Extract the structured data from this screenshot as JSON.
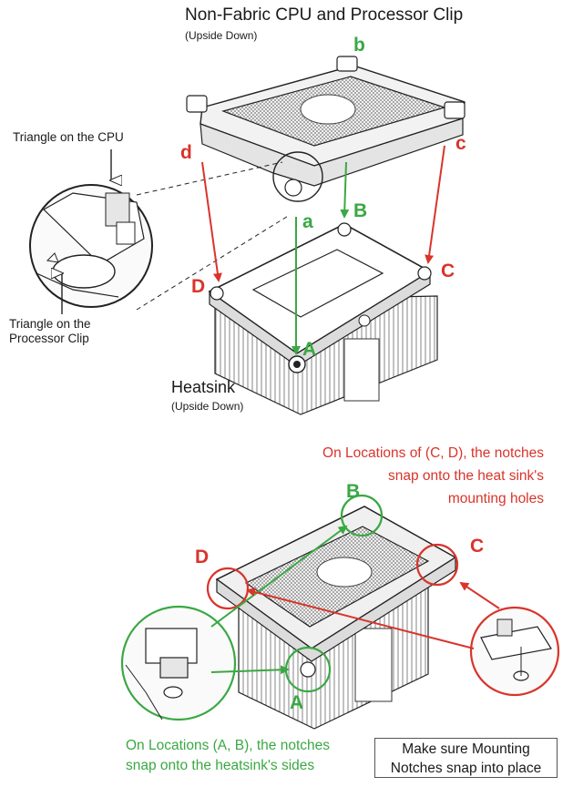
{
  "title": "Non-Fabric CPU and Processor Clip",
  "title_note": "(Upside Down)",
  "heatsink_title": "Heatsink",
  "heatsink_note": "(Upside Down)",
  "callouts": {
    "cpu_triangle": "Triangle on the CPU",
    "clip_triangle_line1": "Triangle on the",
    "clip_triangle_line2": "Processor Clip"
  },
  "letters": {
    "a_lower": "a",
    "b_lower": "b",
    "c_lower": "c",
    "d_lower": "d",
    "A_upper": "A",
    "B_upper": "B",
    "C_upper": "C",
    "D_upper": "D",
    "A_bottom": "A",
    "B_bottom": "B",
    "C_bottom": "C",
    "D_bottom": "D"
  },
  "notes": {
    "red_line1": "On Locations of (C, D), the notches",
    "red_line2": "snap onto the heat sink's",
    "red_line3": "mounting holes",
    "green_line1": "On Locations (A, B), the notches",
    "green_line2": "snap onto the heatsink's sides",
    "box_line1": "Make sure Mounting",
    "box_line2": "Notches snap into place"
  },
  "colors": {
    "red": "#d9342b",
    "green": "#3aa843",
    "line": "#222222"
  }
}
